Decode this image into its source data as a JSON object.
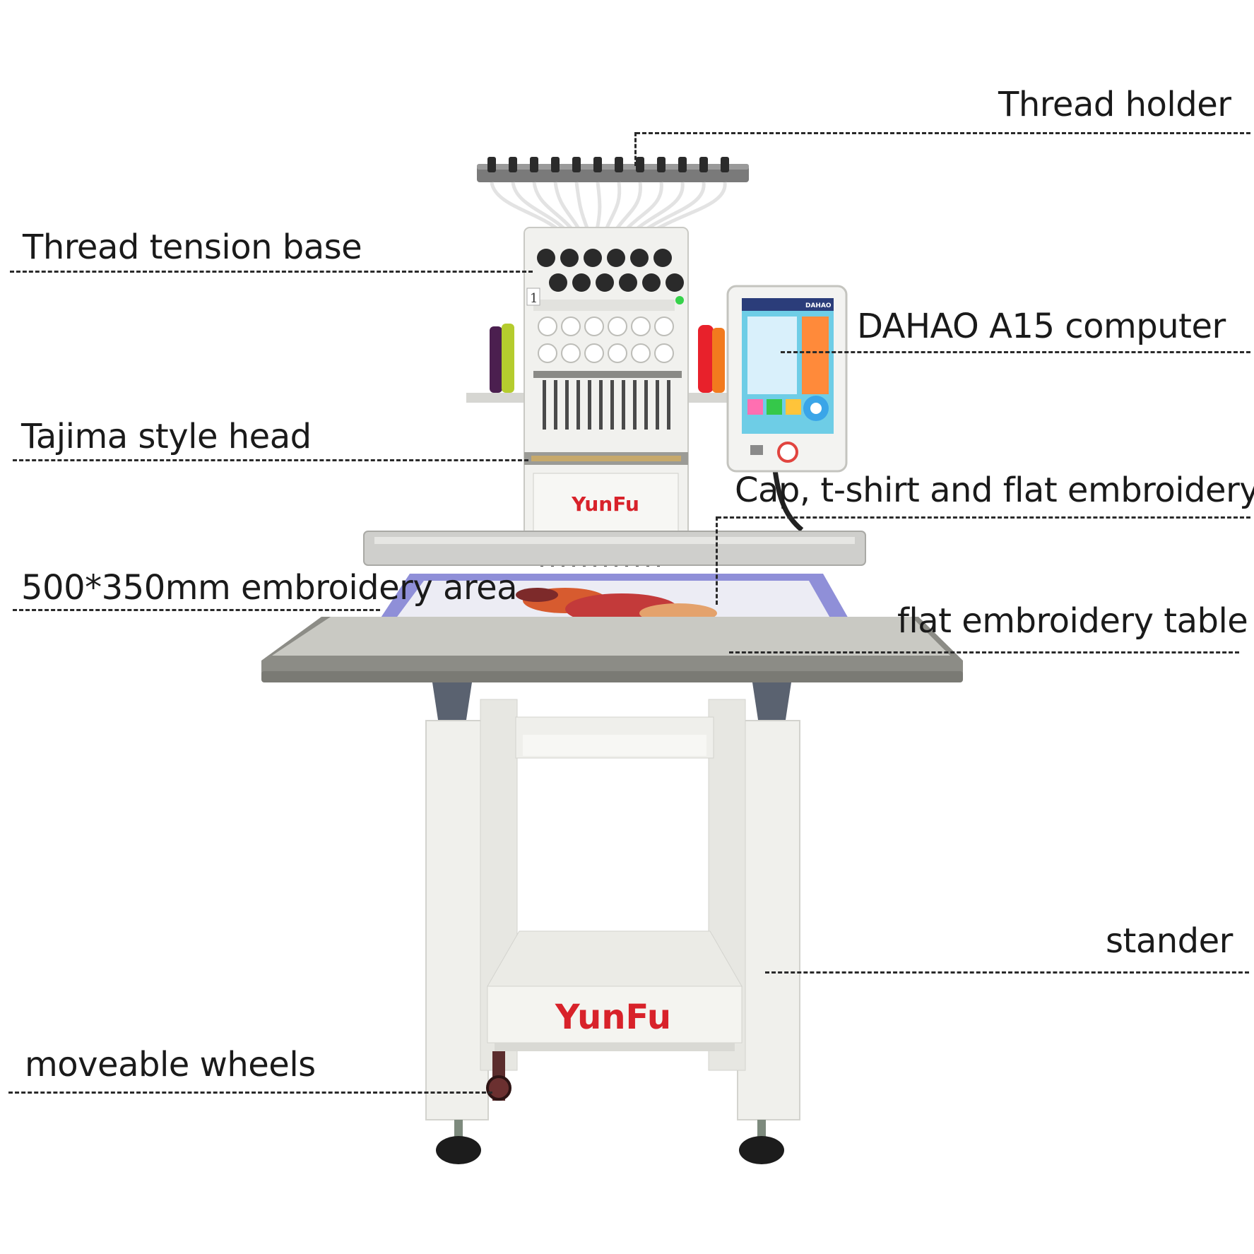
{
  "labels": {
    "thread_holder": "Thread holder",
    "thread_tension_base": "Thread tension base",
    "computer": "DAHAO A15 computer",
    "head": "Tajima style head",
    "cap_flat": "Cap, t-shirt and flat embroidery",
    "area": "500*350mm embroidery area",
    "table": "flat embroidery table",
    "stander": "stander",
    "wheels": "moveable wheels"
  },
  "brand": {
    "head_logo": "YunFu",
    "stand_logo": "YunFu",
    "screen_logo": "DAHAO",
    "head_number": "1"
  },
  "colors": {
    "brand_red": "#d8222a",
    "frame_blue": "#8f8fd8",
    "machine_white": "#f1f1ee",
    "table_grey": "#8c8c86"
  }
}
